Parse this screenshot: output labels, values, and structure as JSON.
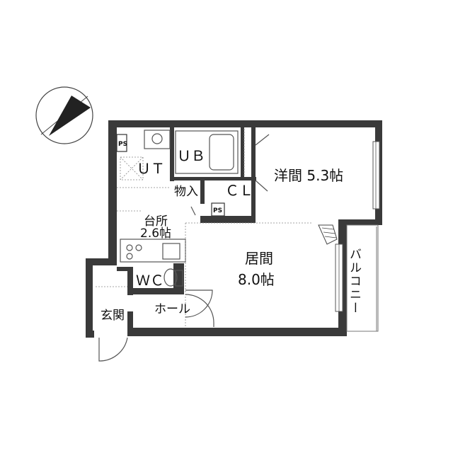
{
  "rooms": {
    "western": "洋間 5.3帖",
    "living_name": "居間",
    "living_size": "8.0帖",
    "kitchen_name": "台所",
    "kitchen_size": "2.6帖",
    "ub": "ＵＢ",
    "ut": "ＵＴ",
    "storage": "物入",
    "closet": "ＣＬ",
    "wc": "ＷＣ",
    "hall": "ホール",
    "entrance": "玄関",
    "balcony": "バルコニー",
    "ps1": "PS",
    "ps2": "PS"
  },
  "colors": {
    "wall": "#3a3a3a",
    "compass": "#222222"
  }
}
